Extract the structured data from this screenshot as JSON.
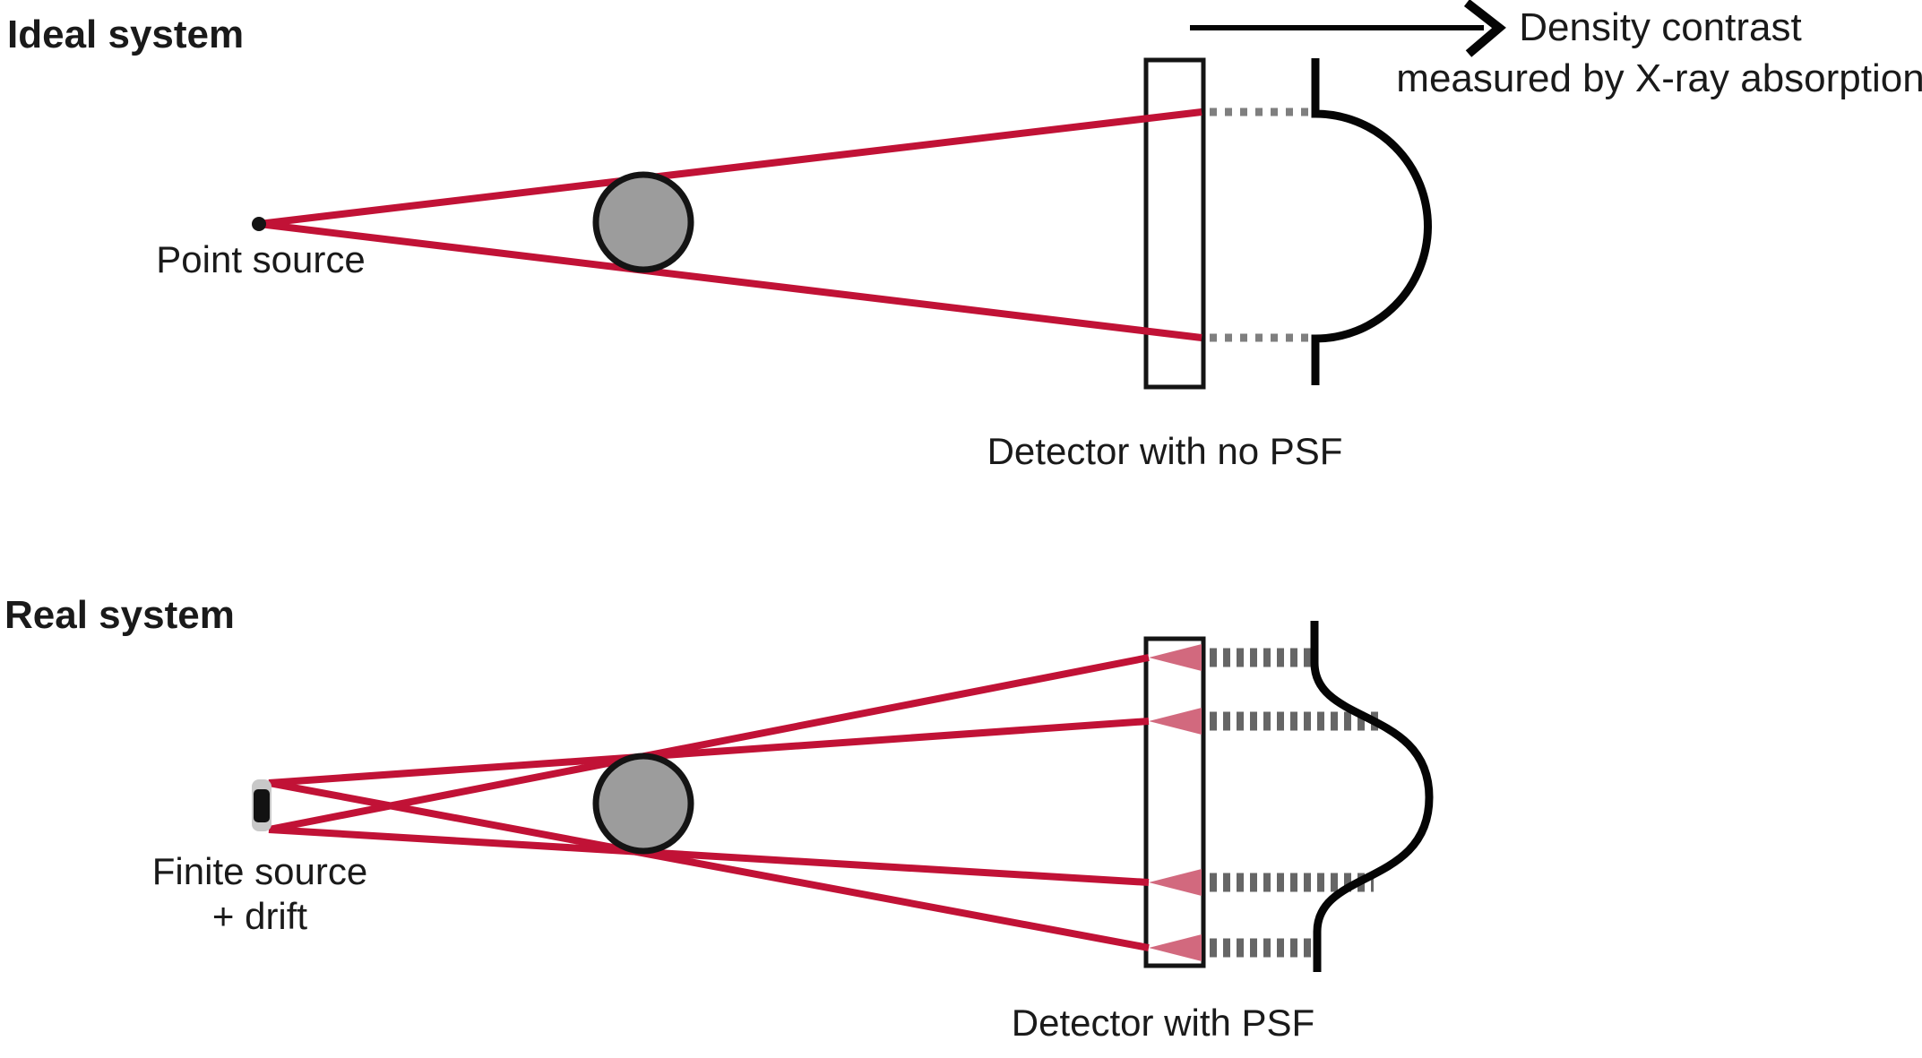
{
  "ideal": {
    "title": "Ideal system",
    "source_label": "Point source",
    "detector_label": "Detector with no PSF"
  },
  "real": {
    "title": "Real system",
    "source_label_line1": "Finite source",
    "source_label_line2": "+ drift",
    "detector_label": "Detector with PSF"
  },
  "annotation": {
    "line1": "Density contrast",
    "line2": "measured by X-ray absorption"
  },
  "colors": {
    "ray_crimson": "#c11236",
    "psf_blur_pink": "#d2697e",
    "sample_fill_gray": "#9c9c9c",
    "source_casing_gray": "#c8c8c8",
    "ideal_dotted_gray": "#7f7f7f",
    "real_dashed_gray": "#666666",
    "ink_black": "#141414"
  }
}
